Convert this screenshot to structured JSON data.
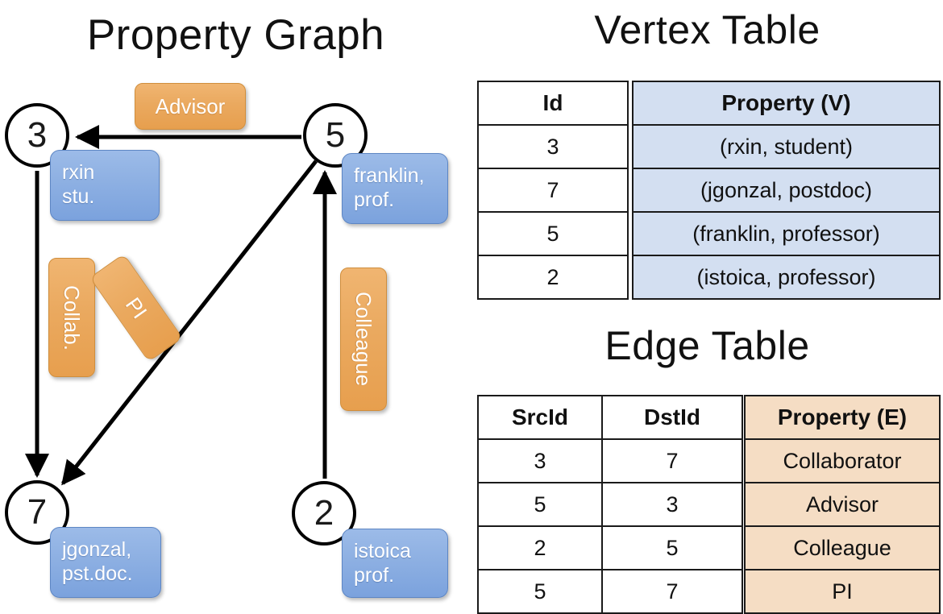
{
  "titles": {
    "property_graph": "Property Graph",
    "vertex_table": "Vertex Table",
    "edge_table": "Edge Table"
  },
  "graph": {
    "nodes": [
      {
        "id": "3",
        "property": "rxin\nstu."
      },
      {
        "id": "5",
        "property": "franklin,\nprof."
      },
      {
        "id": "7",
        "property": "jgonzal,\npst.doc."
      },
      {
        "id": "2",
        "property": "istoica\nprof."
      }
    ],
    "node_labels": {
      "n3": "3",
      "n5": "5",
      "n7": "7",
      "n2": "2"
    },
    "property_boxes": {
      "rxin_line1": "rxin",
      "rxin_line2": "stu.",
      "franklin_line1": "franklin,",
      "franklin_line2": "prof.",
      "jgonzal_line1": "jgonzal,",
      "jgonzal_line2": "pst.doc.",
      "istoica_line1": "istoica",
      "istoica_line2": "prof."
    },
    "edge_labels": {
      "advisor": "Advisor",
      "collab": "Collab.",
      "pi": "PI",
      "colleague": "Colleague"
    },
    "edges": [
      {
        "from": "5",
        "to": "3",
        "label": "Advisor"
      },
      {
        "from": "3",
        "to": "7",
        "label": "Collab."
      },
      {
        "from": "5",
        "to": "7",
        "label": "PI"
      },
      {
        "from": "2",
        "to": "5",
        "label": "Colleague"
      }
    ]
  },
  "vertex_table": {
    "headers": [
      "Id",
      "Property (V)"
    ],
    "rows": [
      {
        "id": "3",
        "property": "(rxin, student)"
      },
      {
        "id": "7",
        "property": "(jgonzal, postdoc)"
      },
      {
        "id": "5",
        "property": "(franklin, professor)"
      },
      {
        "id": "2",
        "property": "(istoica, professor)"
      }
    ]
  },
  "edge_table": {
    "headers": [
      "SrcId",
      "DstId",
      "Property (E)"
    ],
    "rows": [
      {
        "src": "3",
        "dst": "7",
        "property": "Collaborator"
      },
      {
        "src": "5",
        "dst": "3",
        "property": "Advisor"
      },
      {
        "src": "2",
        "dst": "5",
        "property": "Colleague"
      },
      {
        "src": "5",
        "dst": "7",
        "property": "PI"
      }
    ]
  },
  "colors": {
    "vertex_header_fill": "#d3dff1",
    "edge_header_fill": "#f5ddc4",
    "node_property_blue": "#8fb1e3",
    "edge_label_orange": "#eaa95f",
    "stroke": "#000000"
  }
}
